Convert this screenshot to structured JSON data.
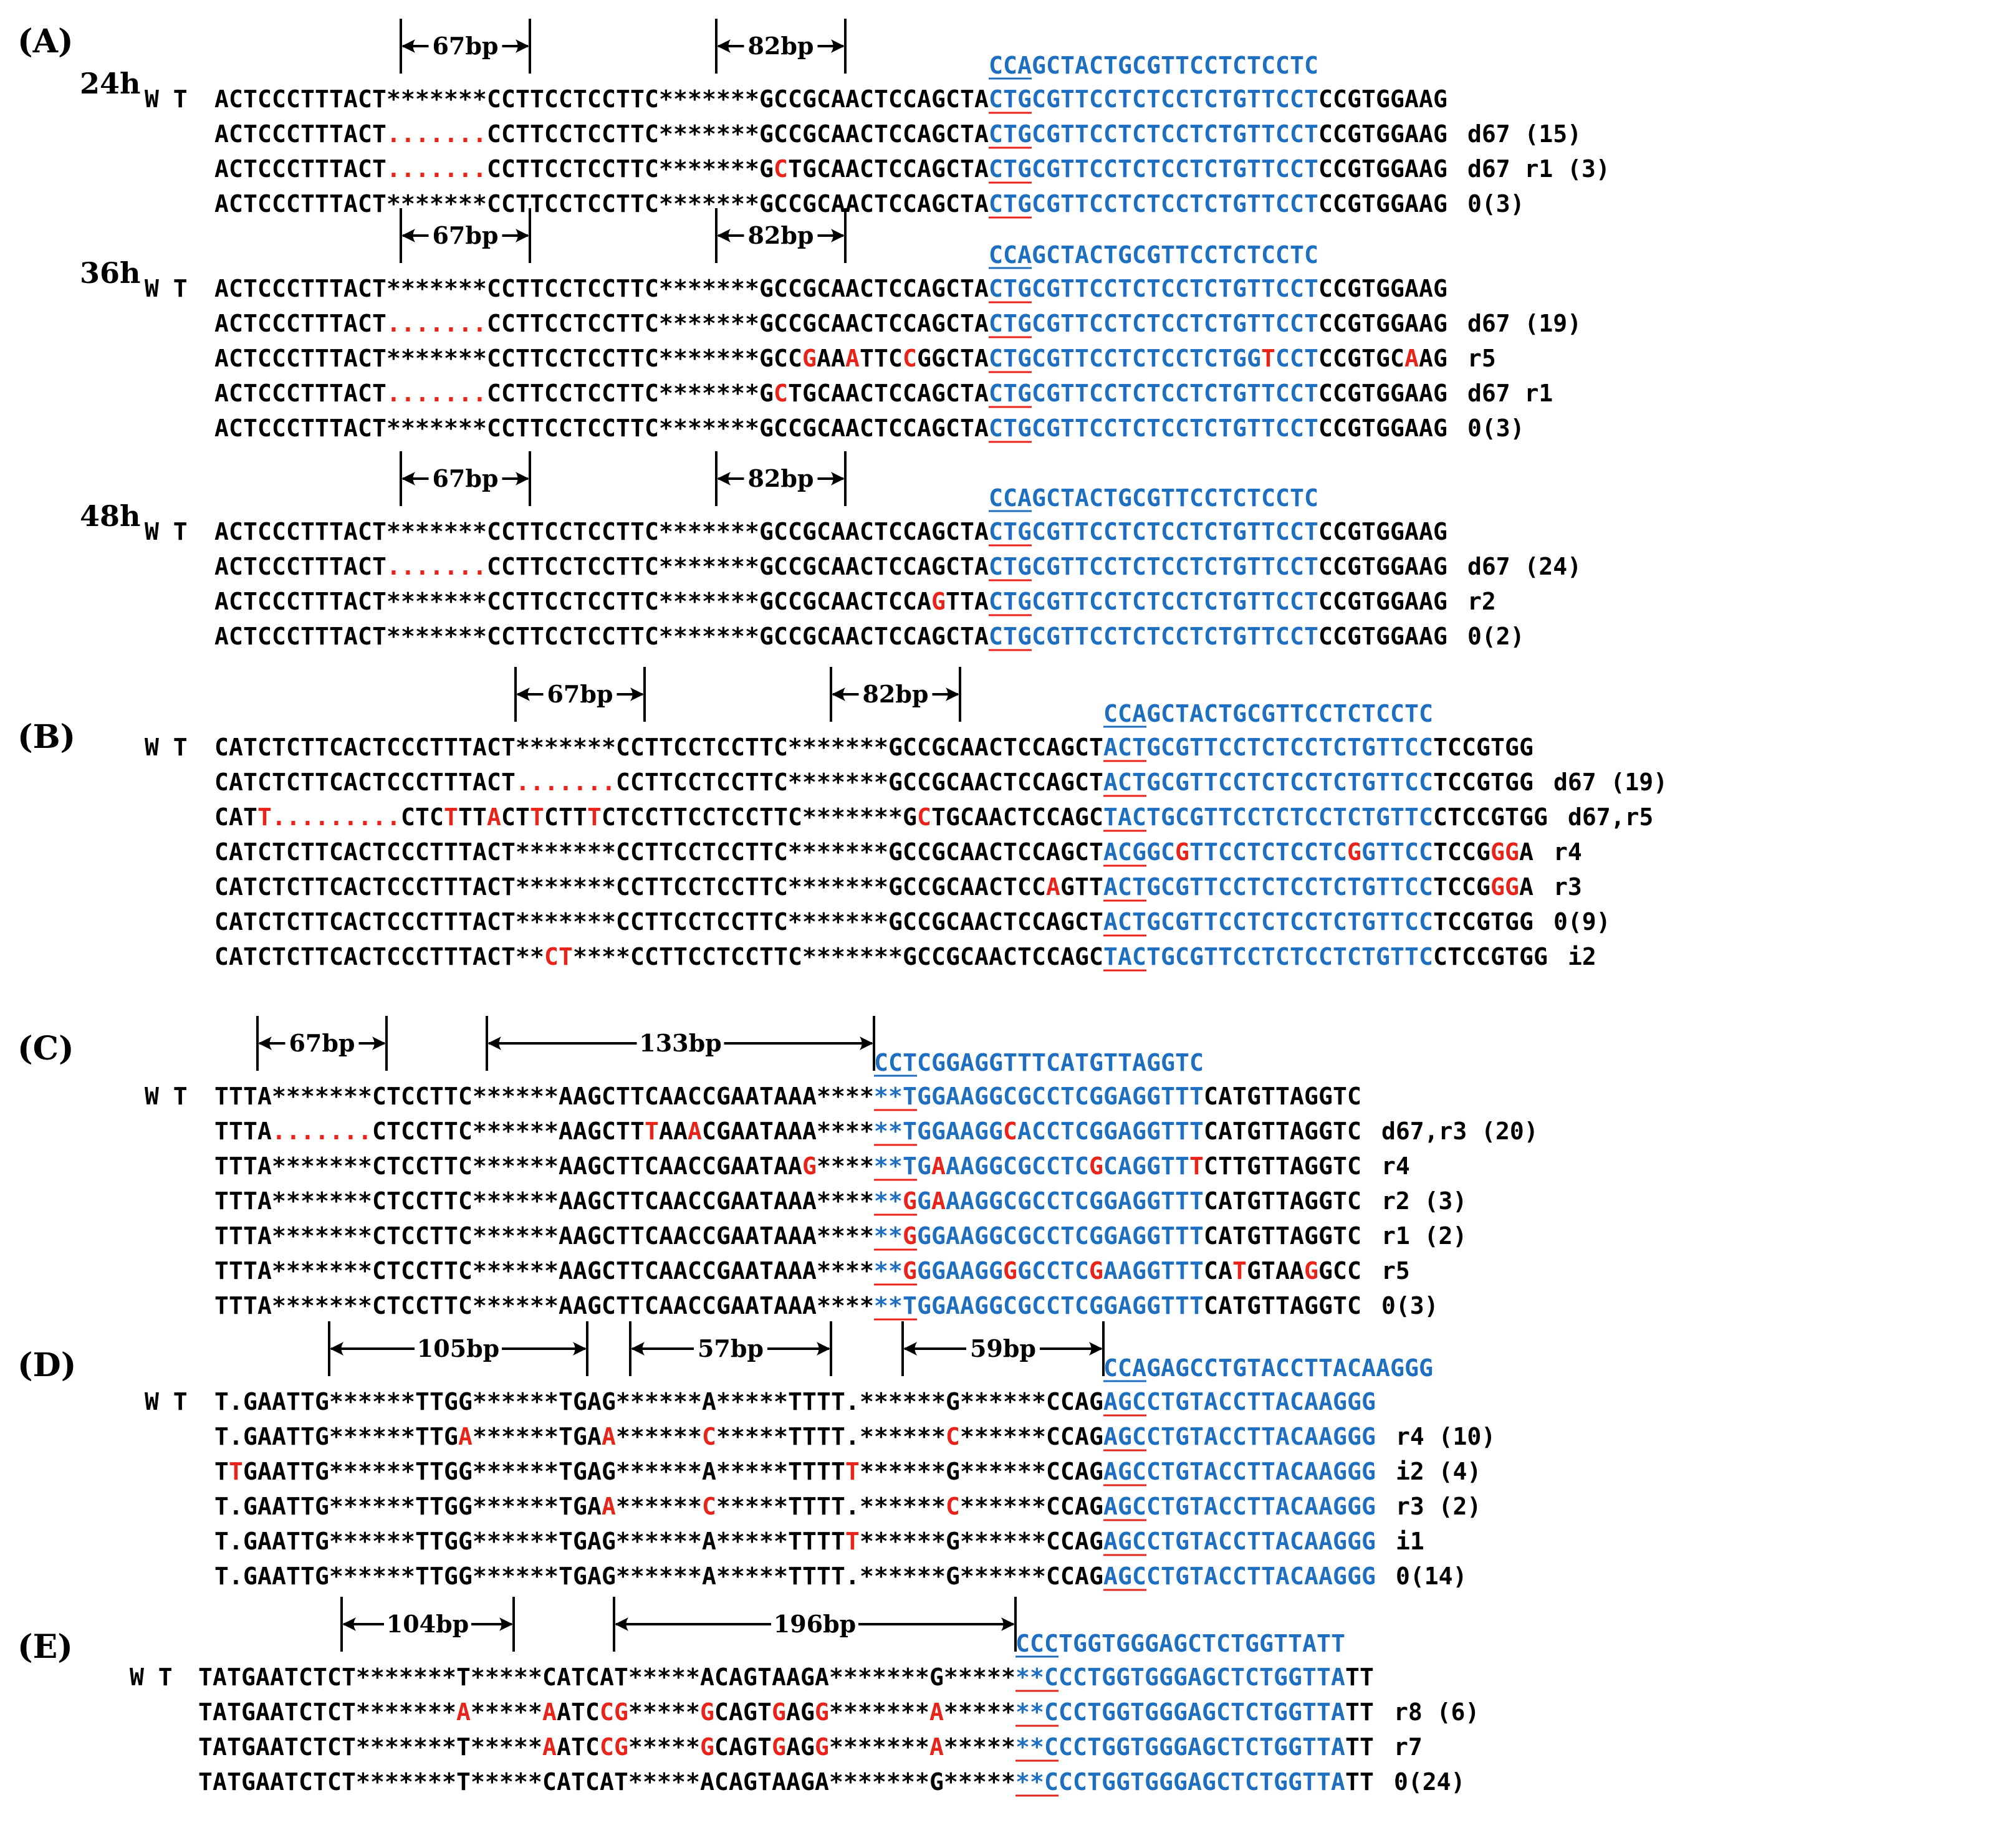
{
  "colors": {
    "text": "#000000",
    "mutation": "#e8231a",
    "guide": "#1f6fc0",
    "pam_underline": "#e8231a"
  },
  "panels": [
    {
      "label": "(A)",
      "groups": [
        {
          "time": "24h",
          "measures": [
            {
              "label": "67bp",
              "from": 13,
              "to": 22
            },
            {
              "label": "82bp",
              "from": 35,
              "to": 44
            }
          ],
          "guide": {
            "text": "CCAGCTACTGCGTTCCTCTCCTC",
            "col": 54
          },
          "rows": [
            {
              "prefix": "W T",
              "seq": "ACTCCCTTTACT*******CCTTCCTCCTTC*******GCCGCAACTCCAGCTACTGCGTTCCTCTCCTCTGTTCCTCCGTGGAAG",
              "label": "",
              "red": []
            },
            {
              "prefix": "",
              "seq": "ACTCCCTTTACT.......CCTTCCTCCTTC*******GCCGCAACTCCAGCTACTGCGTTCCTCTCCTCTGTTCCTCCGTGGAAG",
              "label": "d67  (15)",
              "red": [
                [
                  12,
                  18
                ]
              ]
            },
            {
              "prefix": "",
              "seq": "ACTCCCTTTACT.......CCTTCCTCCTTC*******GCTGCAACTCCAGCTACTGCGTTCCTCTCCTCTGTTCCTCCGTGGAAG",
              "label": "d67  r1  (3)",
              "red": [
                [
                  12,
                  18
                ],
                [
                  39,
                  39
                ]
              ]
            },
            {
              "prefix": "",
              "seq": "ACTCCCTTTACT*******CCTTCCTCCTTC*******GCCGCAACTCCAGCTACTGCGTTCCTCTCCTCTGTTCCTCCGTGGAAG",
              "label": "0(3)",
              "red": []
            }
          ]
        },
        {
          "time": "36h",
          "measures": [
            {
              "label": "67bp",
              "from": 13,
              "to": 22
            },
            {
              "label": "82bp",
              "from": 35,
              "to": 44
            }
          ],
          "guide": {
            "text": "CCAGCTACTGCGTTCCTCTCCTC",
            "col": 54
          },
          "rows": [
            {
              "prefix": "W T",
              "seq": "ACTCCCTTTACT*******CCTTCCTCCTTC*******GCCGCAACTCCAGCTACTGCGTTCCTCTCCTCTGTTCCTCCGTGGAAG",
              "label": "",
              "red": []
            },
            {
              "prefix": "",
              "seq": "ACTCCCTTTACT.......CCTTCCTCCTTC*******GCCGCAACTCCAGCTACTGCGTTCCTCTCCTCTGTTCCTCCGTGGAAG",
              "label": "d67  (19)",
              "red": [
                [
                  12,
                  18
                ]
              ]
            },
            {
              "prefix": "",
              "seq": "ACTCCCTTTACT*******CCTTCCTCCTTC*******GCCGAAATTCCGGCTACTGCGTTCCTCTCCTCTGGTCCTCCGTGCAAG",
              "label": "r5",
              "red": [
                [
                  41,
                  41
                ],
                [
                  44,
                  44
                ],
                [
                  48,
                  48
                ],
                [
                  73,
                  73
                ],
                [
                  83,
                  83
                ]
              ]
            },
            {
              "prefix": "",
              "seq": "ACTCCCTTTACT.......CCTTCCTCCTTC*******GCTGCAACTCCAGCTACTGCGTTCCTCTCCTCTGTTCCTCCGTGGAAG",
              "label": "d67  r1",
              "red": [
                [
                  12,
                  18
                ],
                [
                  39,
                  39
                ]
              ]
            },
            {
              "prefix": "",
              "seq": "ACTCCCTTTACT*******CCTTCCTCCTTC*******GCCGCAACTCCAGCTACTGCGTTCCTCTCCTCTGTTCCTCCGTGGAAG",
              "label": "0(3)",
              "red": []
            }
          ]
        },
        {
          "time": "48h",
          "measures": [
            {
              "label": "67bp",
              "from": 13,
              "to": 22
            },
            {
              "label": "82bp",
              "from": 35,
              "to": 44
            }
          ],
          "guide": {
            "text": "CCAGCTACTGCGTTCCTCTCCTC",
            "col": 54
          },
          "rows": [
            {
              "prefix": "W T",
              "seq": "ACTCCCTTTACT*******CCTTCCTCCTTC*******GCCGCAACTCCAGCTACTGCGTTCCTCTCCTCTGTTCCTCCGTGGAAG",
              "label": "",
              "red": []
            },
            {
              "prefix": "",
              "seq": "ACTCCCTTTACT.......CCTTCCTCCTTC*******GCCGCAACTCCAGCTACTGCGTTCCTCTCCTCTGTTCCTCCGTGGAAG",
              "label": "d67   (24)",
              "red": [
                [
                  12,
                  18
                ]
              ]
            },
            {
              "prefix": "",
              "seq": "ACTCCCTTTACT*******CCTTCCTCCTTC*******GCCGCAACTCCAGTTACTGCGTTCCTCTCCTCTGTTCCTCCGTGGAAG",
              "label": "r2",
              "red": [
                [
                  50,
                  50
                ]
              ]
            },
            {
              "prefix": "",
              "seq": "ACTCCCTTTACT*******CCTTCCTCCTTC*******GCCGCAACTCCAGCTACTGCGTTCCTCTCCTCTGTTCCTCCGTGGAAG",
              "label": "0(2)",
              "red": []
            }
          ]
        }
      ]
    },
    {
      "label": "(B)",
      "groups": [
        {
          "time": "",
          "measures": [
            {
              "label": "67bp",
              "from": 21,
              "to": 30
            },
            {
              "label": "82bp",
              "from": 43,
              "to": 52
            }
          ],
          "guide": {
            "text": "CCAGCTACTGCGTTCCTCTCCTC",
            "col": 62
          },
          "rows": [
            {
              "prefix": "W T",
              "seq": "CATCTCTTCACTCCCTTTACT*******CCTTCCTCCTTC*******GCCGCAACTCCAGCTACTGCGTTCCTCTCCTCTGTTCCTCCGTGG",
              "label": "",
              "red": []
            },
            {
              "prefix": "",
              "seq": "CATCTCTTCACTCCCTTTACT.......CCTTCCTCCTTC*******GCCGCAACTCCAGCTACTGCGTTCCTCTCCTCTGTTCCTCCGTGG",
              "label": "d67  (19)",
              "red": [
                [
                  21,
                  27
                ]
              ]
            },
            {
              "prefix": "",
              "seq": "CATT.........CTCTTTACTTCTTTCTCCTTCCTCCTTC*******GCTGCAACTCCAGCTACTGCGTTCCTCTCCTCTGTTCCTCCGTGG",
              "label": "d67,r5",
              "red": [
                [
                  3,
                  12
                ],
                [
                  16,
                  16
                ],
                [
                  19,
                  19
                ],
                [
                  22,
                  22
                ],
                [
                  26,
                  26
                ],
                [
                  49,
                  49
                ]
              ]
            },
            {
              "prefix": "",
              "seq": "CATCTCTTCACTCCCTTTACT*******CCTTCCTCCTTC*******GCCGCAACTCCAGCTACGGCGTTCCTCTCCTCGGTTCCTCCGGGA",
              "label": "r4",
              "red": [
                [
                  67,
                  67
                ],
                [
                  79,
                  79
                ],
                [
                  89,
                  90
                ]
              ]
            },
            {
              "prefix": "",
              "seq": "CATCTCTTCACTCCCTTTACT*******CCTTCCTCCTTC*******GCCGCAACTCCAGTTACTGCGTTCCTCTCCTCTGTTCCTCCGGGA",
              "label": "r3",
              "red": [
                [
                  58,
                  58
                ],
                [
                  89,
                  90
                ]
              ]
            },
            {
              "prefix": "",
              "seq": "CATCTCTTCACTCCCTTTACT*******CCTTCCTCCTTC*******GCCGCAACTCCAGCTACTGCGTTCCTCTCCTCTGTTCCTCCGTGG",
              "label": "0(9)",
              "red": []
            },
            {
              "prefix": "",
              "seq": "CATCTCTTCACTCCCTTTACT**CT****CCTTCCTCCTTC*******GCCGCAACTCCAGCTACTGCGTTCCTCTCCTCTGTTCCTCCGTGG",
              "label": "i2",
              "red": [
                [
                  23,
                  24
                ]
              ]
            }
          ]
        }
      ]
    },
    {
      "label": "(C)",
      "groups": [
        {
          "time": "",
          "measures": [
            {
              "label": "67bp",
              "from": 3,
              "to": 12
            },
            {
              "label": "133bp",
              "from": 19,
              "to": 46
            }
          ],
          "guide": {
            "text": "CCTCGGAGGTTTCATGTTAGGTC",
            "col": 46
          },
          "rows": [
            {
              "prefix": "W T",
              "seq": "TTTA*******CTCCTTC******AAGCTTCAACCGAATAAA******TGGAAGGCGCCTCGGAGGTTTCATGTTAGGTC",
              "label": "",
              "red": []
            },
            {
              "prefix": "",
              "seq": "TTTA.......CTCCTTC******AAGCTTTAAACGAATAAA******TGGAAGGCACCTCGGAGGTTTCATGTTAGGTC",
              "label": "d67,r3  (20)",
              "red": [
                [
                  4,
                  10
                ],
                [
                  30,
                  30
                ],
                [
                  33,
                  33
                ],
                [
                  55,
                  55
                ]
              ]
            },
            {
              "prefix": "",
              "seq": "TTTA*******CTCCTTC******AAGCTTCAACCGAATAAG******TGAAAGGCGCCTCGCAGGTTTCTTGTTAGGTC",
              "label": "r4",
              "red": [
                [
                  41,
                  41
                ],
                [
                  50,
                  50
                ],
                [
                  61,
                  61
                ],
                [
                  68,
                  68
                ]
              ]
            },
            {
              "prefix": "",
              "seq": "TTTA*******CTCCTTC******AAGCTTCAACCGAATAAA******GGAAAGGCGCCTCGGAGGTTTCATGTTAGGTC",
              "label": "r2  (3)",
              "red": [
                [
                  48,
                  48
                ],
                [
                  50,
                  50
                ]
              ]
            },
            {
              "prefix": "",
              "seq": "TTTA*******CTCCTTC******AAGCTTCAACCGAATAAA******GGGAAGGCGCCTCGGAGGTTTCATGTTAGGTC",
              "label": "r1  (2)",
              "red": [
                [
                  48,
                  48
                ]
              ]
            },
            {
              "prefix": "",
              "seq": "TTTA*******CTCCTTC******AAGCTTCAACCGAATAAA******GGGAAGGGGCCTCGAAGGTTTCATGTAAGGCC",
              "label": "r5",
              "red": [
                [
                  48,
                  48
                ],
                [
                  55,
                  55
                ],
                [
                  61,
                  61
                ],
                [
                  71,
                  71
                ],
                [
                  76,
                  76
                ]
              ]
            },
            {
              "prefix": "",
              "seq": "TTTA*******CTCCTTC******AAGCTTCAACCGAATAAA******TGGAAGGCGCCTCGGAGGTTTCATGTTAGGTC",
              "label": "0(3)",
              "red": []
            }
          ]
        }
      ]
    },
    {
      "label": "(D)",
      "groups": [
        {
          "time": "",
          "measures": [
            {
              "label": "105bp",
              "from": 8,
              "to": 26
            },
            {
              "label": "57bp",
              "from": 29,
              "to": 43
            },
            {
              "label": "59bp",
              "from": 48,
              "to": 62
            }
          ],
          "guide": {
            "text": "CCAGAGCCTGTACCTTACAAGGG",
            "col": 62
          },
          "rows": [
            {
              "prefix": "W T",
              "seq": "T.GAATTG******TTGG******TGAG******A*****TTTT.******G******CCAGAGCCTGTACCTTACAAGGG",
              "label": "",
              "red": []
            },
            {
              "prefix": "",
              "seq": "T.GAATTG******TTGA******TGAA******C*****TTTT.******C******CCAGAGCCTGTACCTTACAAGGG",
              "label": "r4  (10)",
              "red": [
                [
                  17,
                  17
                ],
                [
                  27,
                  27
                ],
                [
                  34,
                  34
                ],
                [
                  51,
                  51
                ]
              ]
            },
            {
              "prefix": "",
              "seq": "TTGAATTG******TTGG******TGAG******A*****TTTTT******G******CCAGAGCCTGTACCTTACAAGGG",
              "label": "i2  (4)",
              "red": [
                [
                  1,
                  1
                ],
                [
                  44,
                  44
                ]
              ]
            },
            {
              "prefix": "",
              "seq": "T.GAATTG******TTGG******TGAA******C*****TTTT.******C******CCAGAGCCTGTACCTTACAAGGG",
              "label": "r3  (2)",
              "red": [
                [
                  27,
                  27
                ],
                [
                  34,
                  34
                ],
                [
                  51,
                  51
                ]
              ]
            },
            {
              "prefix": "",
              "seq": "T.GAATTG******TTGG******TGAG******A*****TTTTT******G******CCAGAGCCTGTACCTTACAAGGG",
              "label": "i1",
              "red": [
                [
                  44,
                  44
                ]
              ]
            },
            {
              "prefix": "",
              "seq": "T.GAATTG******TTGG******TGAG******A*****TTTT.******G******CCAGAGCCTGTACCTTACAAGGG",
              "label": "0(14)",
              "red": []
            }
          ]
        }
      ]
    },
    {
      "label": "(E)",
      "groups": [
        {
          "time": "",
          "measures": [
            {
              "label": "104bp",
              "from": 10,
              "to": 22
            },
            {
              "label": "196bp",
              "from": 29,
              "to": 57
            }
          ],
          "guide": {
            "text": "CCCTGGTGGGAGCTCTGGTTATT",
            "col": 57
          },
          "rows": [
            {
              "prefix": "W T",
              "seq": "TATGAATCTCT*******T*****CATCAT*****ACAGTAAGA*******G*******CCCTGGTGGGAGCTCTGGTTATT",
              "label": "",
              "red": []
            },
            {
              "prefix": "",
              "seq": "TATGAATCTCT*******A*****AATCCG*****GCAGTGAGG*******A*******CCCTGGTGGGAGCTCTGGTTATT",
              "label": "r8  (6)",
              "red": [
                [
                  18,
                  18
                ],
                [
                  24,
                  24
                ],
                [
                  28,
                  29
                ],
                [
                  35,
                  35
                ],
                [
                  40,
                  40
                ],
                [
                  43,
                  43
                ],
                [
                  51,
                  51
                ]
              ]
            },
            {
              "prefix": "",
              "seq": "TATGAATCTCT*******T*****AATCCG*****GCAGTGAGG*******A*******CCCTGGTGGGAGCTCTGGTTATT",
              "label": "r7",
              "red": [
                [
                  24,
                  24
                ],
                [
                  28,
                  29
                ],
                [
                  35,
                  35
                ],
                [
                  40,
                  40
                ],
                [
                  43,
                  43
                ],
                [
                  51,
                  51
                ]
              ]
            },
            {
              "prefix": "",
              "seq": "TATGAATCTCT*******T*****CATCAT*****ACAGTAAGA*******G*******CCCTGGTGGGAGCTCTGGTTATT",
              "label": "0(24)",
              "red": []
            }
          ]
        }
      ]
    }
  ]
}
